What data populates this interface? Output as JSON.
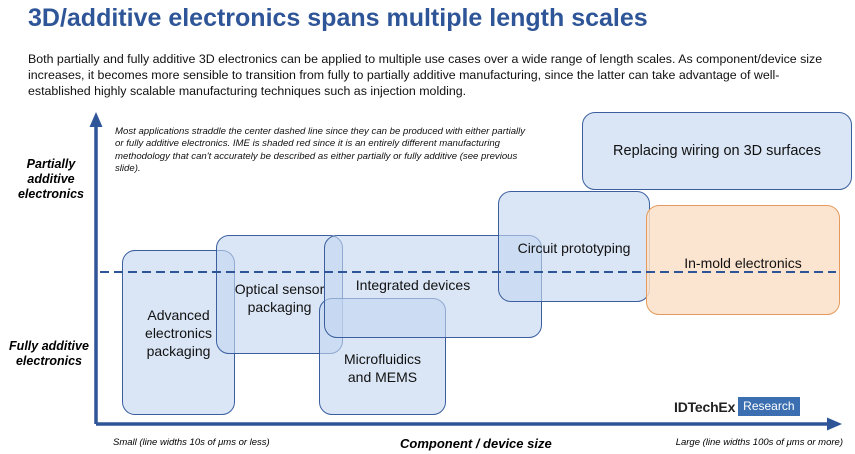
{
  "title": "3D/additive electronics spans multiple length scales",
  "intro": "Both partially and fully additive 3D electronics can be applied to multiple use cases over a wide range of length scales. As component/device size increases, it becomes more sensible to transition from fully to partially additive manufacturing, since the latter can take advantage of well-established highly scalable manufacturing techniques such as injection molding.",
  "y_axis": {
    "top_label": "Partially additive electronics",
    "bottom_label": "Fully additive electronics"
  },
  "x_axis": {
    "title": "Component / device size",
    "small": "Small (line widths 10s of μms or less)",
    "large": "Large (line widths 100s of μms or more)"
  },
  "note": "Most applications straddle the center dashed line since they can be produced with either partially or fully additive electronics. IME is shaded red since it is an entirely different manufacturing methodology that can't accurately be described as either partially or fully additive (see previous slide).",
  "boxes": {
    "advanced": "Advanced electronics packaging",
    "optical": "Optical sensor packaging",
    "microfluidics": "Microfluidics and MEMS",
    "integrated": "Integrated devices",
    "circuit": "Circuit prototyping",
    "wiring": "Replacing wiring on 3D surfaces",
    "ime": "In-mold electronics"
  },
  "logo": {
    "main": "IDTechEx",
    "sub": "Research"
  },
  "colors": {
    "title": "#2e5597",
    "axis": "#2e5597",
    "box_border": "#3b5f9e",
    "box_fill": "#c4d7f1",
    "ime_border": "#e59a5b",
    "ime_fill": "#fbe0c8"
  }
}
